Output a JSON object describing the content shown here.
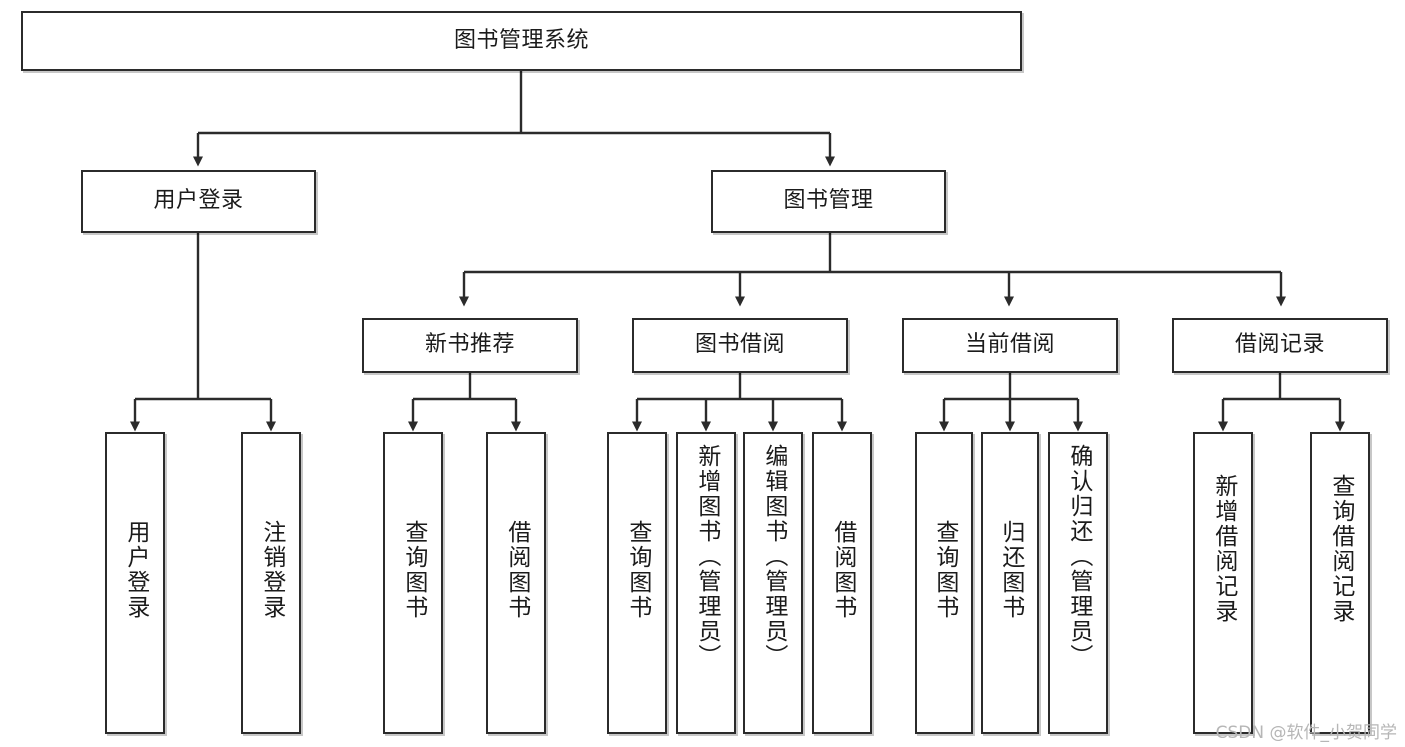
{
  "diagram": {
    "type": "tree-hierarchy",
    "title": "图书管理系统",
    "watermark": "CSDN @软件_小贺同学",
    "colors": {
      "stroke": "#2b2b2b",
      "fill": "#ffffff",
      "text": "#1b1b1b",
      "watermark": "#b6b6b6"
    },
    "nodes": {
      "root": {
        "label": "图书管理系统"
      },
      "level2": [
        {
          "id": "user-login",
          "label": "用户登录"
        },
        {
          "id": "book-manage",
          "label": "图书管理"
        }
      ],
      "level3": [
        {
          "id": "new-book-rec",
          "label": "新书推荐"
        },
        {
          "id": "book-borrow",
          "label": "图书借阅"
        },
        {
          "id": "current-borrow",
          "label": "当前借阅"
        },
        {
          "id": "borrow-record",
          "label": "借阅记录"
        }
      ],
      "leaves": {
        "user_login": [
          {
            "id": "leaf-user-login",
            "label": "用户登录"
          },
          {
            "id": "leaf-logout",
            "label": "注销登录"
          }
        ],
        "new_book_rec": [
          {
            "id": "leaf-query-book-1",
            "label": "查询图书"
          },
          {
            "id": "leaf-borrow-book-1",
            "label": "借阅图书"
          }
        ],
        "book_borrow": [
          {
            "id": "leaf-query-book-2",
            "label": "查询图书"
          },
          {
            "id": "leaf-add-book",
            "label": "新增图书（管理员）"
          },
          {
            "id": "leaf-edit-book",
            "label": "编辑图书（管理员）"
          },
          {
            "id": "leaf-borrow-book-2",
            "label": "借阅图书"
          }
        ],
        "current_borrow": [
          {
            "id": "leaf-query-book-3",
            "label": "查询图书"
          },
          {
            "id": "leaf-return-book",
            "label": "归还图书"
          },
          {
            "id": "leaf-confirm-return",
            "label": "确认归还（管理员）"
          }
        ],
        "borrow_record": [
          {
            "id": "leaf-add-record",
            "label": "新增借阅记录"
          },
          {
            "id": "leaf-query-record",
            "label": "查询借阅记录"
          }
        ]
      }
    }
  }
}
